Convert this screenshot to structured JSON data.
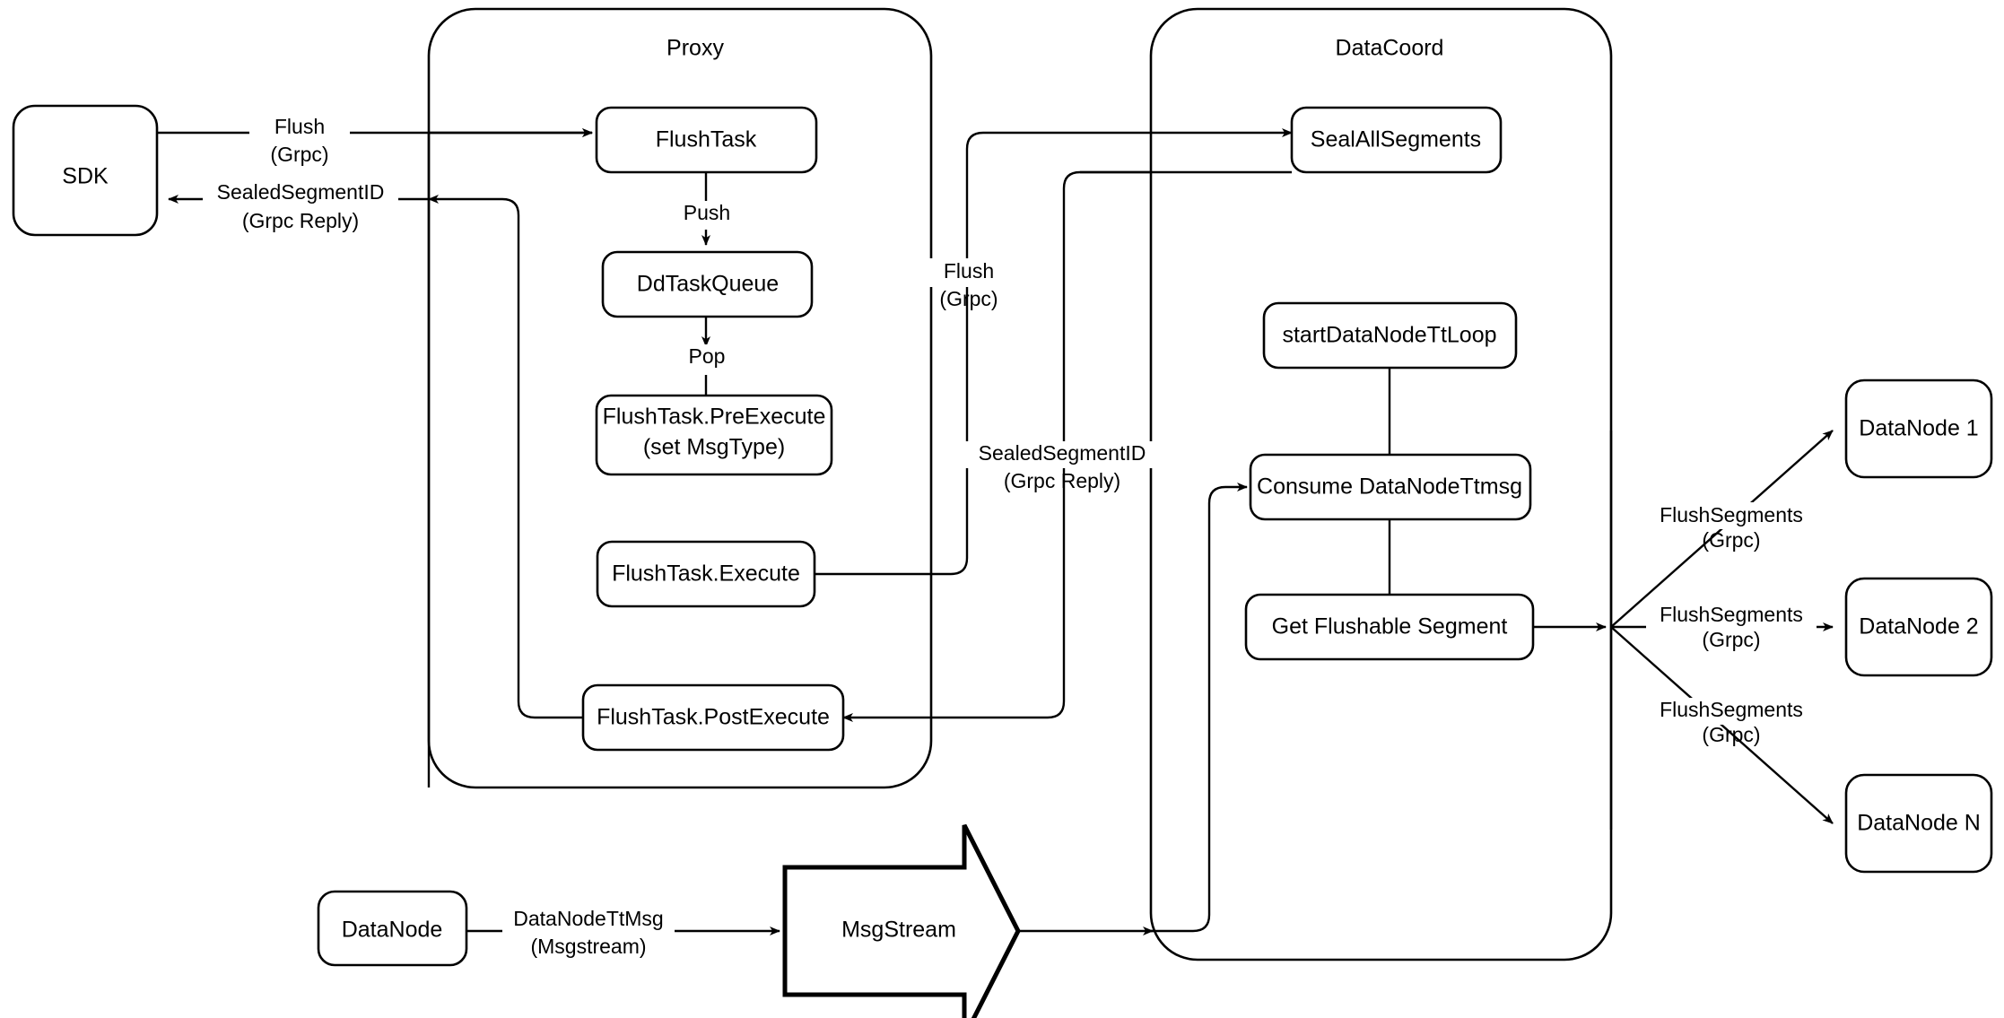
{
  "diagram": {
    "title": "Milvus Flush Sequence Architecture",
    "background_color": "#ffffff",
    "stroke_color": "#000000",
    "containers": [
      {
        "id": "proxy",
        "label": "Proxy"
      },
      {
        "id": "datacoord",
        "label": "DataCoord"
      }
    ],
    "nodes": [
      {
        "id": "sdk",
        "label": "SDK"
      },
      {
        "id": "flushtask",
        "label": "FlushTask"
      },
      {
        "id": "ddtaskqueue",
        "label": "DdTaskQueue"
      },
      {
        "id": "preexecute_line1",
        "label": "FlushTask.PreExecute"
      },
      {
        "id": "preexecute_line2",
        "label": "(set MsgType)"
      },
      {
        "id": "execute",
        "label": "FlushTask.Execute"
      },
      {
        "id": "postexecute",
        "label": "FlushTask.PostExecute"
      },
      {
        "id": "sealallsegments",
        "label": "SealAllSegments"
      },
      {
        "id": "startdatanodettloop",
        "label": "startDataNodeTtLoop"
      },
      {
        "id": "consumedatanodettmsg",
        "label": "Consume DataNodeTtmsg"
      },
      {
        "id": "getflushablesegment",
        "label": "Get Flushable Segment"
      },
      {
        "id": "datanode1",
        "label": "DataNode 1"
      },
      {
        "id": "datanode2",
        "label": "DataNode 2"
      },
      {
        "id": "datanodeN",
        "label": "DataNode N"
      },
      {
        "id": "datanode_bottom",
        "label": "DataNode"
      },
      {
        "id": "msgstream",
        "label": "MsgStream"
      }
    ],
    "edge_labels": [
      {
        "id": "sdk_to_proxy",
        "line1": "Flush",
        "line2": "(Grpc)"
      },
      {
        "id": "proxy_to_sdk",
        "line1": "SealedSegmentID",
        "line2": "(Grpc Reply)"
      },
      {
        "id": "flushtask_push",
        "line1": "Push",
        "line2": ""
      },
      {
        "id": "ddtaskqueue_pop",
        "line1": "Pop",
        "line2": ""
      },
      {
        "id": "proxy_to_datacoord",
        "line1": "Flush",
        "line2": "(Grpc)"
      },
      {
        "id": "datacoord_to_proxy",
        "line1": "SealedSegmentID",
        "line2": "(Grpc Reply)"
      },
      {
        "id": "datanode_to_msgstream",
        "line1": "DataNodeTtMsg",
        "line2": "(Msgstream)"
      },
      {
        "id": "flushsegments_1",
        "line1": "FlushSegments",
        "line2": "(Grpc)"
      },
      {
        "id": "flushsegments_2",
        "line1": "FlushSegments",
        "line2": "(Grpc)"
      },
      {
        "id": "flushsegments_n",
        "line1": "FlushSegments",
        "line2": "(Grpc)"
      }
    ]
  }
}
